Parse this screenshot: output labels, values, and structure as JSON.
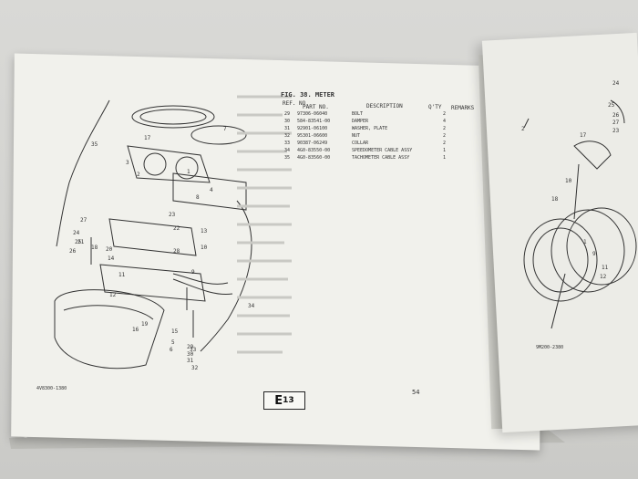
{
  "figure_title": "FIG. 38. METER",
  "columns": {
    "ref_no": "REF. NO.",
    "part_no": "PART NO.",
    "description": "DESCRIPTION",
    "qty": "Q'TY",
    "remarks": "REMARKS"
  },
  "rows": [
    {
      "ref": "29",
      "part": "97306-06040",
      "desc": "BOLT",
      "qty": "2"
    },
    {
      "ref": "30",
      "part": "584-83541-00",
      "desc": "DAMPER",
      "qty": "4"
    },
    {
      "ref": "31",
      "part": "92901-06100",
      "desc": "WASHER, PLATE",
      "qty": "2"
    },
    {
      "ref": "32",
      "part": "95301-06600",
      "desc": "NUT",
      "qty": "2"
    },
    {
      "ref": "33",
      "part": "90387-06249",
      "desc": "COLLAR",
      "qty": "2"
    },
    {
      "ref": "34",
      "part": "4G0-83550-00",
      "desc": "SPEEDOMETER CABLE ASSY",
      "qty": "1"
    },
    {
      "ref": "35",
      "part": "4G0-83560-00",
      "desc": "TACHOMETER CABLE ASSY",
      "qty": "1"
    }
  ],
  "section_label": "E",
  "section_number": "13",
  "page_number": "54",
  "left_figure_code": "4V8300-1380",
  "right_figure_code": "9M200-2380",
  "callouts_left": [
    "35",
    "17",
    "3",
    "2",
    "1",
    "8",
    "7",
    "4",
    "23",
    "22",
    "27",
    "21",
    "18",
    "14",
    "13",
    "10",
    "11",
    "9",
    "12",
    "28",
    "19",
    "16",
    "15",
    "5",
    "6",
    "24",
    "25",
    "26",
    "29",
    "30",
    "31",
    "32",
    "33",
    "34",
    "20"
  ],
  "callouts_right": [
    "2",
    "24",
    "25",
    "26",
    "27",
    "23",
    "17",
    "10",
    "1",
    "9",
    "18",
    "11",
    "12"
  ]
}
